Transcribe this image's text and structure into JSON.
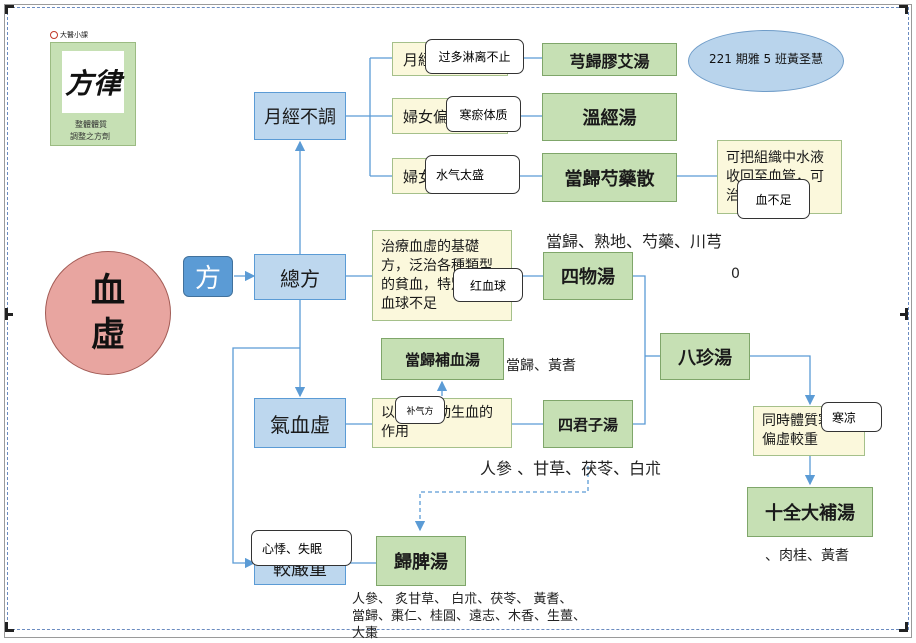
{
  "center": {
    "title_line1": "血",
    "title_line2": "虛",
    "fang": "方"
  },
  "logo": {
    "caption_top": "大醫小課",
    "brush_text": "方律",
    "caption_line1": "整體體質",
    "caption_line2": "調整之方劑"
  },
  "author": "221 期雅 5 班黃圣慧",
  "nodes": {
    "yuejing": "月經不調",
    "zongfang": "總方",
    "qixuexu": "氣血虛",
    "jiaoyanzhong": "較嚴重"
  },
  "sub": {
    "yuejing1": "月經",
    "funv1": "婦女偏",
    "funv2": "婦女",
    "zhiliao": "治療血虛的基礎方，泛治各種類型的貧血，特別是紅血球不足",
    "yiqi": "以補氣帶動生血的作用",
    "kebaz": "可把組織中水液收回至血管，可治",
    "tongshi": "同時體質寒涼偏虛較重"
  },
  "formulas": {
    "xiongguijiaoai": "芎歸膠艾湯",
    "wenjing": "溫經湯",
    "dangguishaoyao": "當歸芍藥散",
    "siwu": "四物湯",
    "danggui_buxue": "當歸補血湯",
    "sijunzi": "四君子湯",
    "bazhen": "八珍湯",
    "shiquan": "十全大補湯",
    "guipi": "歸脾湯"
  },
  "tips": {
    "t1": "过多淋离不止",
    "t2": "寒瘀体质",
    "t3": "水气太盛",
    "t4": "血不足",
    "t5": "红血球",
    "t6": "补气方",
    "t7": "寒凉",
    "t8": "心悸、失眠"
  },
  "herbs": {
    "siwu": "當歸、熟地、芍藥、川芎",
    "danggui_buxue": "當歸、黃耆",
    "sijunzi": "人參 、甘草、茯苓、白朮",
    "shiquan": "、肉桂、黃耆",
    "guipi_line1": "人參、 炙甘草、 白朮、茯苓、 黃耆、",
    "guipi_line2": "當歸、棗仁、桂圓、遠志、木香、生薑、",
    "guipi_line3": "大棗"
  },
  "stray_mark": "0",
  "colors": {
    "line": "#5b9bd5",
    "red_circle": "#e8a5a0",
    "fang_box": "#5b9bd5",
    "ellipse": "#b9d4ec"
  }
}
